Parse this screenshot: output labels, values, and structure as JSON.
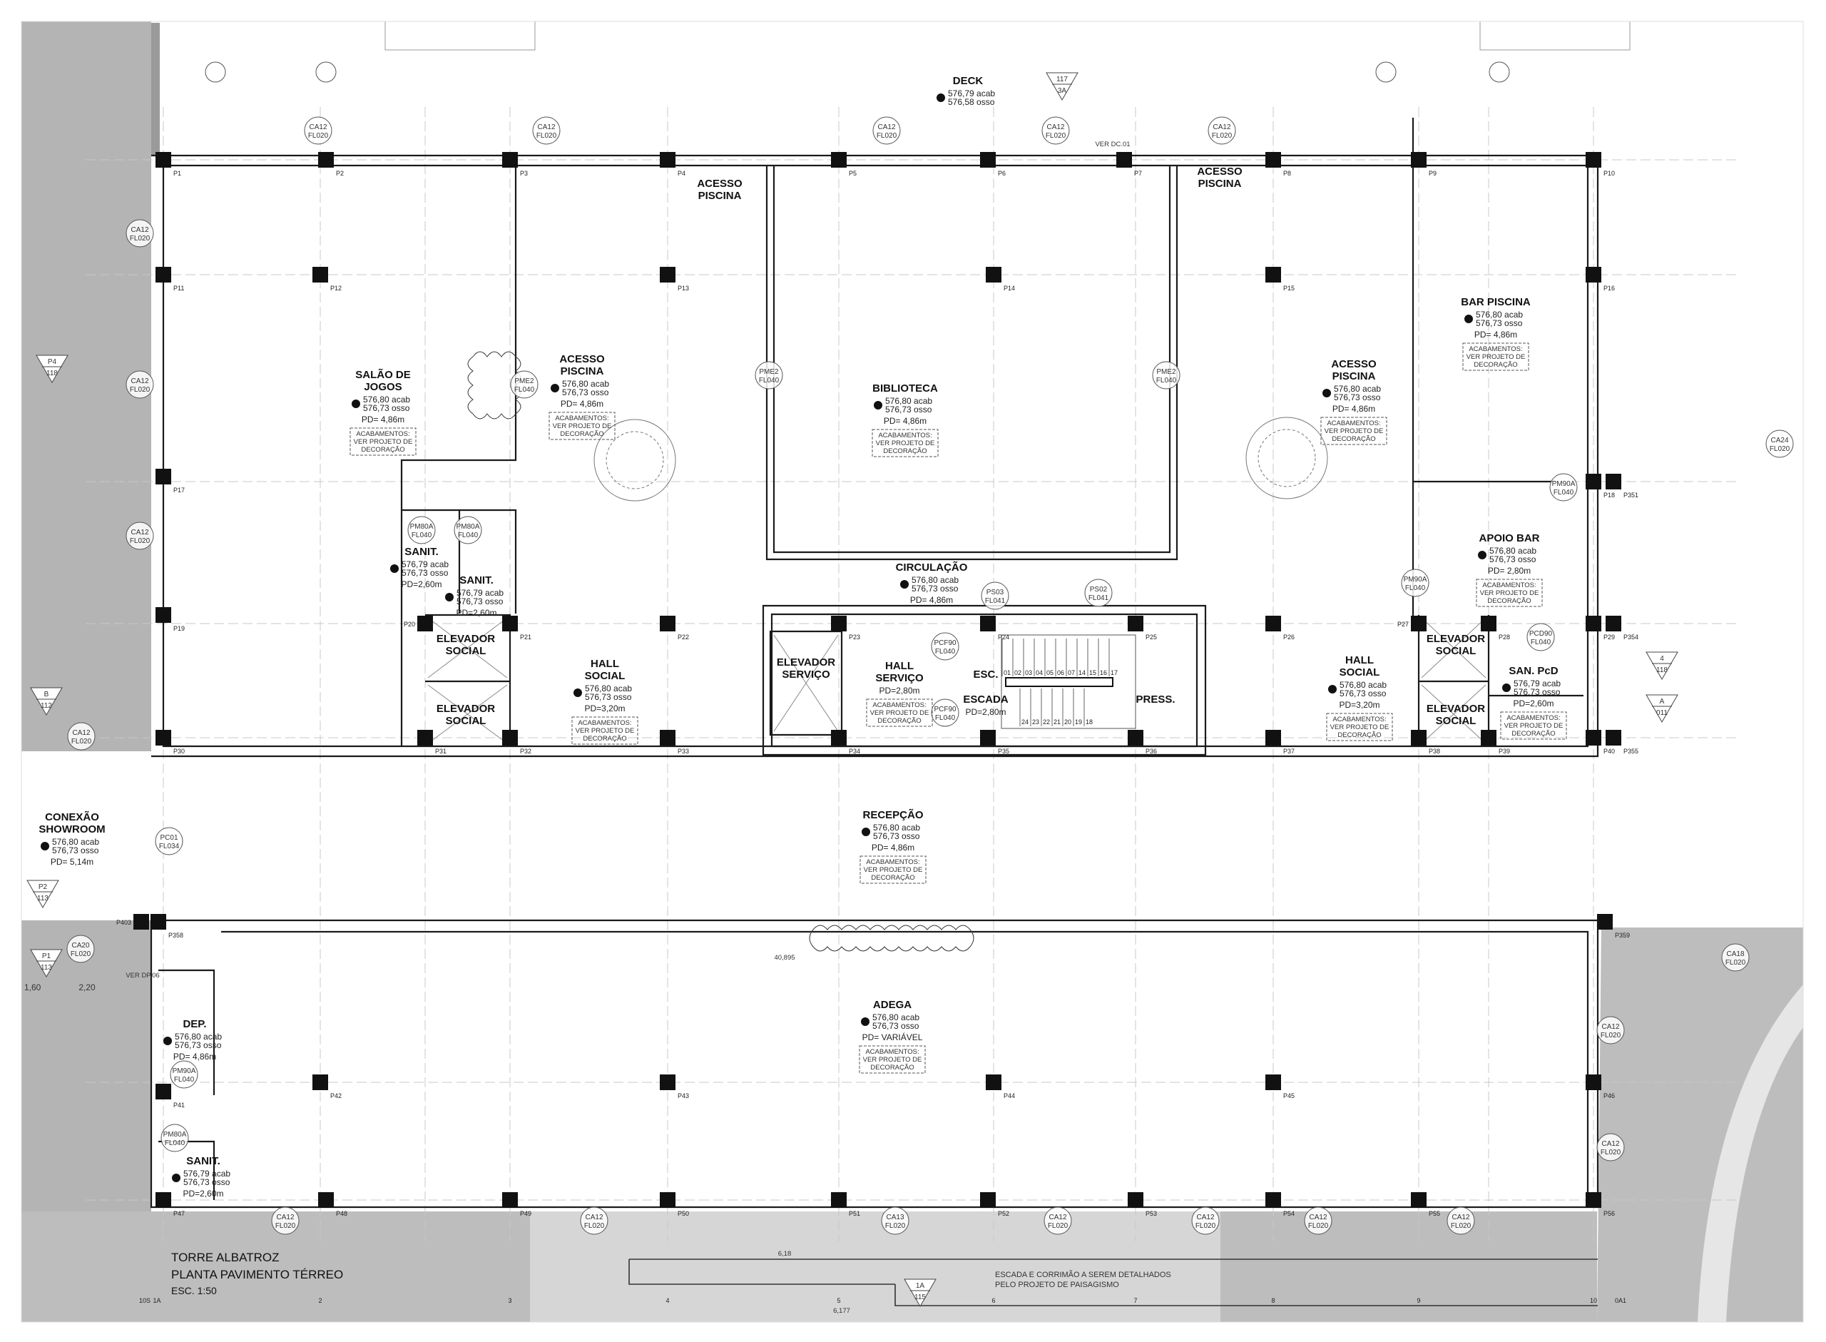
{
  "title_block": {
    "project": "TORRE ALBATROZ",
    "sheet": "PLANTA PAVIMENTO TÉRREO",
    "scale": "ESC. 1:50"
  },
  "landscape_note": [
    "ESCADA E CORRIMÃO A SEREM DETALHADOS",
    "PELO PROJETO DE PAISAGISMO"
  ],
  "finish_note": [
    "ACABAMENTOS:",
    "VER PROJETO DE",
    "DECORAÇÃO"
  ],
  "units": {
    "acab": "acab",
    "osso": "osso"
  },
  "rooms": [
    {
      "name": [
        "DECK"
      ],
      "acab": "576,79",
      "osso": "576,58"
    },
    {
      "name": [
        "SALÃO DE",
        "JOGOS"
      ],
      "acab": "576,80",
      "osso": "576,73",
      "pd": "PD= 4,86m",
      "note": true
    },
    {
      "name": [
        "ACESSO",
        "PISCINA"
      ],
      "acab": "576,80",
      "osso": "576,73",
      "pd": "PD= 4,86m",
      "note": true
    },
    {
      "name": [
        "ACESSO",
        "PISCINA"
      ]
    },
    {
      "name": [
        "ACESSO",
        "PISCINA"
      ]
    },
    {
      "name": [
        "BIBLIOTECA"
      ],
      "acab": "576,80",
      "osso": "576,73",
      "pd": "PD= 4,86m",
      "note": true
    },
    {
      "name": [
        "ACESSO",
        "PISCINA"
      ],
      "acab": "576,80",
      "osso": "576,73",
      "pd": "PD= 4,86m",
      "note": true
    },
    {
      "name": [
        "BAR PISCINA"
      ],
      "acab": "576,80",
      "osso": "576,73",
      "pd": "PD= 4,86m",
      "note": true
    },
    {
      "name": [
        "APOIO BAR"
      ],
      "acab": "576,80",
      "osso": "576,73",
      "pd": "PD= 2,80m",
      "note": true
    },
    {
      "name": [
        "CIRCULAÇÃO"
      ],
      "acab": "576,80",
      "osso": "576,73",
      "pd": "PD= 4,86m"
    },
    {
      "name": [
        "SANIT."
      ],
      "acab": "576,79",
      "osso": "576,73",
      "pd": "PD=2,60m"
    },
    {
      "name": [
        "SANIT."
      ],
      "acab": "576,79",
      "osso": "576,73",
      "pd": "PD=2,60m"
    },
    {
      "name": [
        "ELEVADOR",
        "SOCIAL"
      ]
    },
    {
      "name": [
        "ELEVADOR",
        "SOCIAL"
      ]
    },
    {
      "name": [
        "HALL",
        "SOCIAL"
      ],
      "acab": "576,80",
      "osso": "576,73",
      "pd": "PD=3,20m",
      "note": true
    },
    {
      "name": [
        "ELEVADOR",
        "SERVIÇO"
      ]
    },
    {
      "name": [
        "HALL",
        "SERVIÇO"
      ],
      "pd": "PD=2,80m",
      "note": true
    },
    {
      "name": [
        "ESC."
      ]
    },
    {
      "name": [
        "ESCADA"
      ],
      "pd": "PD=2,80m"
    },
    {
      "name": [
        "PRESS."
      ]
    },
    {
      "name": [
        "HALL",
        "SOCIAL"
      ],
      "acab": "576,80",
      "osso": "576,73",
      "pd": "PD=3,20m",
      "note": true
    },
    {
      "name": [
        "ELEVADOR",
        "SOCIAL"
      ]
    },
    {
      "name": [
        "ELEVADOR",
        "SOCIAL"
      ]
    },
    {
      "name": [
        "SAN. PcD"
      ],
      "acab": "576,79",
      "osso": "576,73",
      "pd": "PD=2,60m",
      "note": true
    },
    {
      "name": [
        "RECEPÇÃO"
      ],
      "acab": "576,80",
      "osso": "576,73",
      "pd": "PD= 4,86m",
      "note": true
    },
    {
      "name": [
        "ADEGA"
      ],
      "acab": "576,80",
      "osso": "576,73",
      "pd": "PD= VARIÁVEL",
      "note": true
    },
    {
      "name": [
        "DEP."
      ],
      "acab": "576,80",
      "osso": "576,73",
      "pd": "PD= 4,86m"
    },
    {
      "name": [
        "SANIT."
      ],
      "acab": "576,79",
      "osso": "576,73",
      "pd": "PD=2,60m"
    },
    {
      "name": [
        "CONEXÃO",
        "SHOWROOM"
      ],
      "acab": "576,80",
      "osso": "576,73",
      "pd": "PD= 5,14m"
    }
  ],
  "door_tags": [
    [
      "PME2",
      "FL040"
    ],
    [
      "PME2",
      "FL040"
    ],
    [
      "PME2",
      "FL040"
    ],
    [
      "PM80A",
      "FL040"
    ],
    [
      "PM80A",
      "FL040"
    ],
    [
      "PM80A",
      "FL040"
    ],
    [
      "PM90A",
      "FL040"
    ],
    [
      "PM90A",
      "FL040"
    ],
    [
      "PM90A",
      "FL040"
    ],
    [
      "PCF90",
      "FL040"
    ],
    [
      "PCF90",
      "FL040"
    ],
    [
      "PS03",
      "FL041"
    ],
    [
      "PS02",
      "FL041"
    ],
    [
      "PCD90",
      "FL040"
    ],
    [
      "PC01",
      "FL034"
    ],
    [
      "CA12",
      "FL020"
    ],
    [
      "CA12",
      "FL020"
    ],
    [
      "CA12",
      "FL020"
    ],
    [
      "CA12",
      "FL020"
    ],
    [
      "CA12",
      "FL020"
    ],
    [
      "CA12",
      "FL020"
    ],
    [
      "CA12",
      "FL020"
    ],
    [
      "CA12",
      "FL020"
    ],
    [
      "CA12",
      "FL020"
    ],
    [
      "CA20",
      "FL020"
    ],
    [
      "CA12",
      "FL020"
    ],
    [
      "CA12",
      "FL020"
    ],
    [
      "CA13",
      "FL020"
    ],
    [
      "CA12",
      "FL020"
    ],
    [
      "CA12",
      "FL020"
    ],
    [
      "CA12",
      "FL020"
    ],
    [
      "CA12",
      "FL020"
    ],
    [
      "CA12",
      "FL020"
    ],
    [
      "CA12",
      "FL020"
    ],
    [
      "CA18",
      "FL020"
    ],
    [
      "CA24",
      "FL020"
    ]
  ],
  "columns": [
    "P1",
    "P2",
    "P3",
    "P4",
    "P5",
    "P6",
    "P7",
    "P8",
    "P9",
    "P10",
    "P11",
    "P12",
    "P13",
    "P14",
    "P15",
    "P16",
    "P17",
    "P18",
    "P19",
    "P20",
    "P21",
    "P22",
    "P23",
    "P24",
    "P25",
    "P26",
    "P27",
    "P28",
    "P29",
    "P30",
    "P31",
    "P32",
    "P33",
    "P34",
    "P35",
    "P36",
    "P37",
    "P38",
    "P39",
    "P40",
    "P41",
    "P42",
    "P43",
    "P44",
    "P45",
    "P46",
    "P47",
    "P48",
    "P49",
    "P50",
    "P51",
    "P52",
    "P53",
    "P54",
    "P55",
    "P56",
    "P403",
    "P358",
    "P359",
    "P351",
    "P354",
    "P355"
  ],
  "callouts": [
    [
      "117",
      "3A"
    ],
    [
      "1A",
      "115"
    ],
    [
      "P2",
      "113"
    ],
    [
      "P1",
      "113"
    ],
    [
      "B",
      "112"
    ],
    [
      "A",
      "011"
    ],
    [
      "4",
      "118"
    ],
    [
      "P4",
      "118"
    ]
  ],
  "grid_labels": [
    "10S",
    "1A",
    "2",
    "3",
    "4",
    "5",
    "6",
    "7",
    "8",
    "9",
    "10",
    "0A1"
  ],
  "stair_steps": [
    "01",
    "02",
    "03",
    "04",
    "05",
    "06",
    "07",
    "14",
    "15",
    "16",
    "17",
    "24",
    "23",
    "22",
    "21",
    "20",
    "19",
    "18"
  ],
  "dimensions": {
    "overall": "40,895",
    "stair_run": "6,177",
    "stair_span": "6,18",
    "showroom_door": "2,20",
    "showroom_offset": "1,60"
  },
  "review_marks": [
    "VER DC.01",
    "VER DP.06"
  ],
  "colors": {
    "line": "#1a1a1a",
    "column": "#111111",
    "site_dark": "#b4b4b4",
    "site_light": "#d6d6d6",
    "grid": "#c8c8c8"
  }
}
